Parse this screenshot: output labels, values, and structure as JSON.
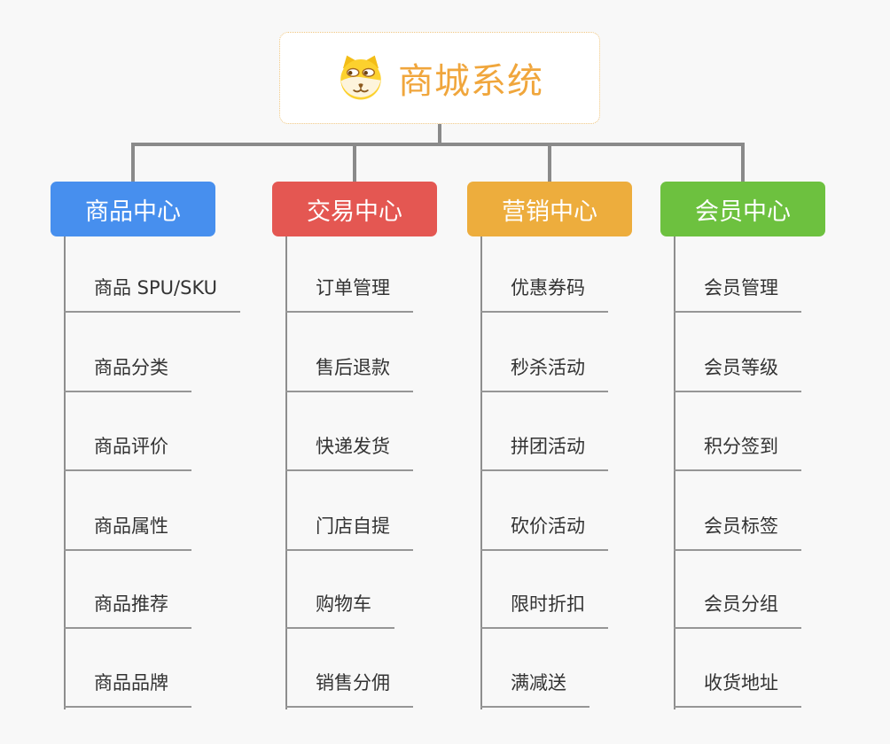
{
  "root": {
    "title": "商城系统",
    "accent_color": "#f0a63c",
    "border_color": "#efc57e",
    "icon": "shiba-dog-icon"
  },
  "connector_color": "#8a8a8a",
  "branches": [
    {
      "label": "商品中心",
      "color": "#478fee",
      "items": [
        "商品 SPU/SKU",
        "商品分类",
        "商品评价",
        "商品属性",
        "商品推荐",
        "商品品牌"
      ]
    },
    {
      "label": "交易中心",
      "color": "#e45752",
      "items": [
        "订单管理",
        "售后退款",
        "快递发货",
        "门店自提",
        "购物车",
        "销售分佣"
      ]
    },
    {
      "label": "营销中心",
      "color": "#edad3d",
      "items": [
        "优惠券码",
        "秒杀活动",
        "拼团活动",
        "砍价活动",
        "限时折扣",
        "满减送"
      ]
    },
    {
      "label": "会员中心",
      "color": "#6dc13f",
      "items": [
        "会员管理",
        "会员等级",
        "积分签到",
        "会员标签",
        "会员分组",
        "收货地址"
      ]
    }
  ]
}
